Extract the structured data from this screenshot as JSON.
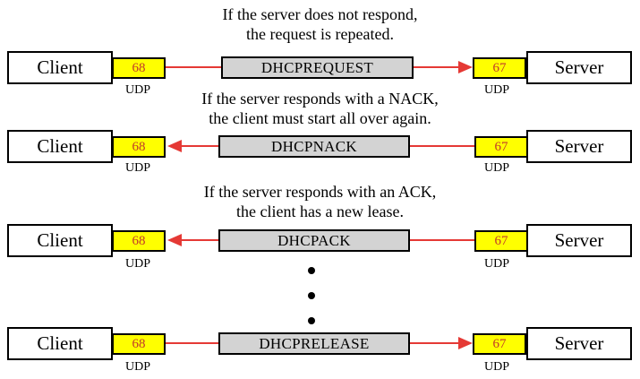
{
  "diagram": {
    "notes": [
      [
        "If the server does not respond,",
        "the request is repeated."
      ],
      [
        "If the server responds with a NACK,",
        "the client must start all over again."
      ],
      [
        "If the server responds with an ACK,",
        "the client has a new lease."
      ]
    ],
    "rows": [
      {
        "client": "Client",
        "server": "Server",
        "client_port": "68",
        "server_port": "67",
        "message": "DHCPREQUEST",
        "client_udp": "UDP",
        "server_udp": "UDP",
        "direction": "client-to-server"
      },
      {
        "client": "Client",
        "server": "Server",
        "client_port": "68",
        "server_port": "67",
        "message": "DHCPNACK",
        "client_udp": "UDP",
        "server_udp": "UDP",
        "direction": "server-to-client"
      },
      {
        "client": "Client",
        "server": "Server",
        "client_port": "68",
        "server_port": "67",
        "message": "DHCPACK",
        "client_udp": "UDP",
        "server_udp": "UDP",
        "direction": "server-to-client"
      },
      {
        "client": "Client",
        "server": "Server",
        "client_port": "68",
        "server_port": "67",
        "message": "DHCPRELEASE",
        "client_udp": "UDP",
        "server_udp": "UDP",
        "direction": "client-to-server"
      }
    ],
    "colors": {
      "port_fill": "#ffff00",
      "port_text": "#c0392b",
      "message_fill": "#d3d3d3",
      "arrow": "#e53935"
    }
  }
}
